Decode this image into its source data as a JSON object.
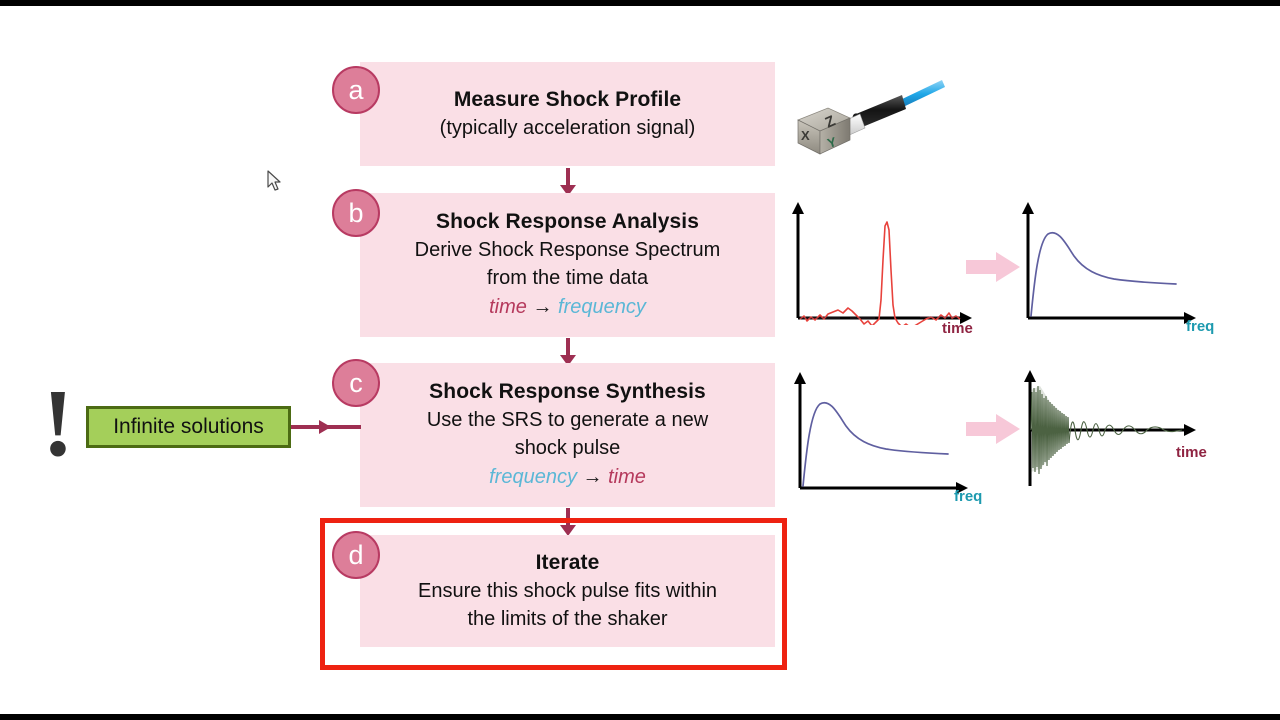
{
  "page": {
    "background_color": "#ffffff",
    "accent_pink": "#fadfe6",
    "badge_color": "#dd7e99",
    "badge_border": "#b83a62",
    "arrow_color": "#9e2f52",
    "highlight_color": "#ee2211",
    "green_box_fill": "#a4cf5a",
    "green_box_border": "#4c6b13",
    "time_color": "#b5395c",
    "freq_color": "#5bb7d6"
  },
  "steps": [
    {
      "badge": "a",
      "title": "Measure Shock Profile",
      "lines": [
        "(typically acceleration signal)"
      ],
      "convert": null
    },
    {
      "badge": "b",
      "title": "Shock Response Analysis",
      "lines": [
        "Derive Shock Response Spectrum",
        "from the time data"
      ],
      "convert": {
        "from": "time",
        "arrow": "→",
        "to": "frequency",
        "from_kind": "time",
        "to_kind": "freq"
      }
    },
    {
      "badge": "c",
      "title": "Shock Response Synthesis",
      "lines": [
        "Use the SRS to generate a new",
        "shock pulse"
      ],
      "convert": {
        "from": "frequency",
        "arrow": "→",
        "to": "time",
        "from_kind": "freq",
        "to_kind": "time"
      }
    },
    {
      "badge": "d",
      "title": "Iterate",
      "lines": [
        "Ensure this shock pulse fits within",
        "the limits of the shaker"
      ],
      "convert": null
    }
  ],
  "callout": {
    "label": "Infinite solutions",
    "marker": "!"
  },
  "sensor": {
    "name": "triaxial-accelerometer",
    "axis_labels": [
      "X",
      "Y",
      "Z"
    ]
  },
  "chart_data": [
    {
      "id": "shock-time-history",
      "type": "line",
      "title": "",
      "xlabel": "time",
      "ylabel": "",
      "series": [
        {
          "name": "acceleration",
          "color": "#e8423c",
          "x": [
            0.0,
            0.04,
            0.08,
            0.12,
            0.16,
            0.2,
            0.24,
            0.28,
            0.32,
            0.36,
            0.4,
            0.44,
            0.46,
            0.48,
            0.5,
            0.52,
            0.54,
            0.56,
            0.6,
            0.64,
            0.68,
            0.72,
            0.76,
            0.8,
            0.84,
            0.88,
            0.92,
            0.96,
            1.0
          ],
          "y": [
            0.02,
            -0.02,
            0.04,
            0.1,
            0.14,
            0.12,
            0.06,
            -0.08,
            -0.1,
            -0.06,
            -0.05,
            0.0,
            0.55,
            0.95,
            0.6,
            0.05,
            -0.12,
            -0.06,
            -0.04,
            -0.03,
            0.02,
            0.05,
            0.03,
            -0.02,
            0.02,
            0.01,
            -0.01,
            0.01,
            0.0
          ]
        }
      ],
      "xlim": [
        0,
        1
      ],
      "ylim": [
        -0.25,
        1.05
      ],
      "grid": false
    },
    {
      "id": "shock-response-spectrum-1",
      "type": "line",
      "title": "",
      "xlabel": "freq",
      "ylabel": "",
      "series": [
        {
          "name": "SRS",
          "color": "#5f5fa0",
          "x": [
            0.0,
            0.03,
            0.06,
            0.09,
            0.12,
            0.16,
            0.2,
            0.26,
            0.32,
            0.4,
            0.5,
            0.6,
            0.7,
            0.8,
            0.9,
            1.0
          ],
          "y": [
            0.02,
            0.4,
            0.72,
            0.86,
            0.9,
            0.87,
            0.8,
            0.72,
            0.67,
            0.63,
            0.6,
            0.58,
            0.57,
            0.56,
            0.56,
            0.56
          ]
        }
      ],
      "xlim": [
        0,
        1
      ],
      "ylim": [
        0,
        1
      ],
      "grid": false
    },
    {
      "id": "shock-response-spectrum-2",
      "type": "line",
      "title": "",
      "xlabel": "freq",
      "ylabel": "",
      "series": [
        {
          "name": "SRS",
          "color": "#5f5fa0",
          "x": [
            0.0,
            0.03,
            0.06,
            0.09,
            0.12,
            0.16,
            0.2,
            0.26,
            0.32,
            0.4,
            0.5,
            0.6,
            0.7,
            0.8,
            0.9,
            1.0
          ],
          "y": [
            0.02,
            0.4,
            0.72,
            0.86,
            0.9,
            0.87,
            0.8,
            0.72,
            0.67,
            0.63,
            0.6,
            0.58,
            0.57,
            0.56,
            0.56,
            0.56
          ]
        }
      ],
      "xlim": [
        0,
        1
      ],
      "ylim": [
        0,
        1
      ],
      "grid": false
    },
    {
      "id": "synthesized-shock-pulse",
      "type": "line",
      "title": "",
      "xlabel": "time",
      "ylabel": "",
      "series": [
        {
          "name": "damped oscillation",
          "color": "#4c6243",
          "description": "decaying high-frequency oscillatory burst, amplitude decays from 1.0 to ~0.05 over the record",
          "envelope_x": [
            0.0,
            0.05,
            0.1,
            0.15,
            0.2,
            0.3,
            0.4,
            0.5,
            0.6,
            0.7,
            0.8,
            1.0
          ],
          "envelope_y": [
            1.0,
            0.85,
            0.62,
            0.44,
            0.31,
            0.18,
            0.12,
            0.09,
            0.07,
            0.05,
            0.03,
            0.0
          ]
        }
      ],
      "xlim": [
        0,
        1
      ],
      "ylim": [
        -1.05,
        1.05
      ],
      "grid": false
    }
  ],
  "transition_arrows": {
    "count": 2,
    "color": "#f7c8d8",
    "name": "transform-arrow"
  }
}
